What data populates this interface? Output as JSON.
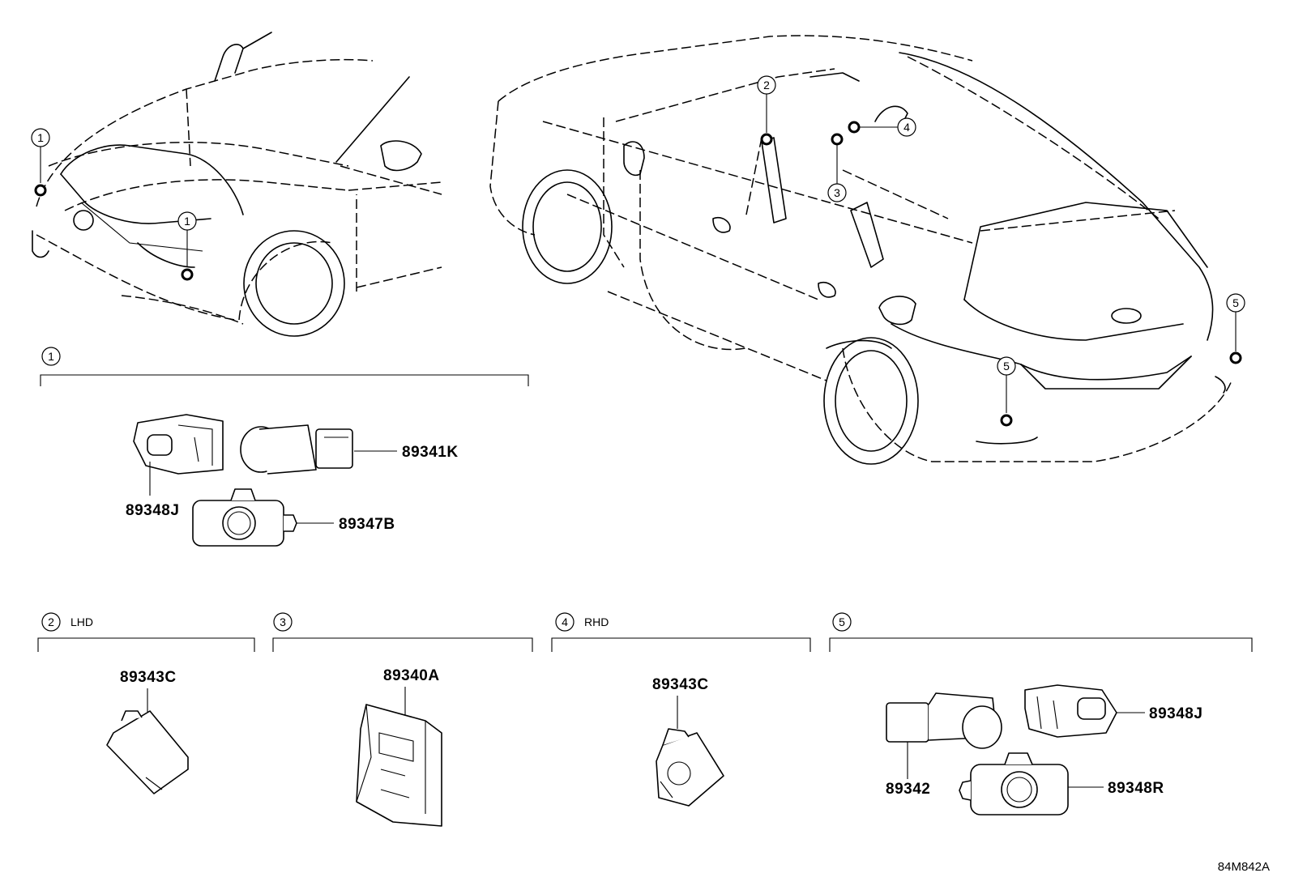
{
  "callouts": {
    "c1a": "1",
    "c1b": "1",
    "c2": "2",
    "c3": "3",
    "c4": "4",
    "c5a": "5",
    "c5b": "5"
  },
  "groups": {
    "g1": {
      "num": "1"
    },
    "g2": {
      "num": "2",
      "tag": "LHD"
    },
    "g3": {
      "num": "3"
    },
    "g4": {
      "num": "4",
      "tag": "RHD"
    },
    "g5": {
      "num": "5"
    }
  },
  "parts": {
    "p89341K": "89341K",
    "p89348J_a": "89348J",
    "p89347B": "89347B",
    "p89343C_a": "89343C",
    "p89340A": "89340A",
    "p89343C_b": "89343C",
    "p89348J_b": "89348J",
    "p89342": "89342",
    "p89348R": "89348R"
  },
  "diagram_code": "84M842A",
  "colors": {
    "line": "#000000",
    "background": "#ffffff"
  }
}
